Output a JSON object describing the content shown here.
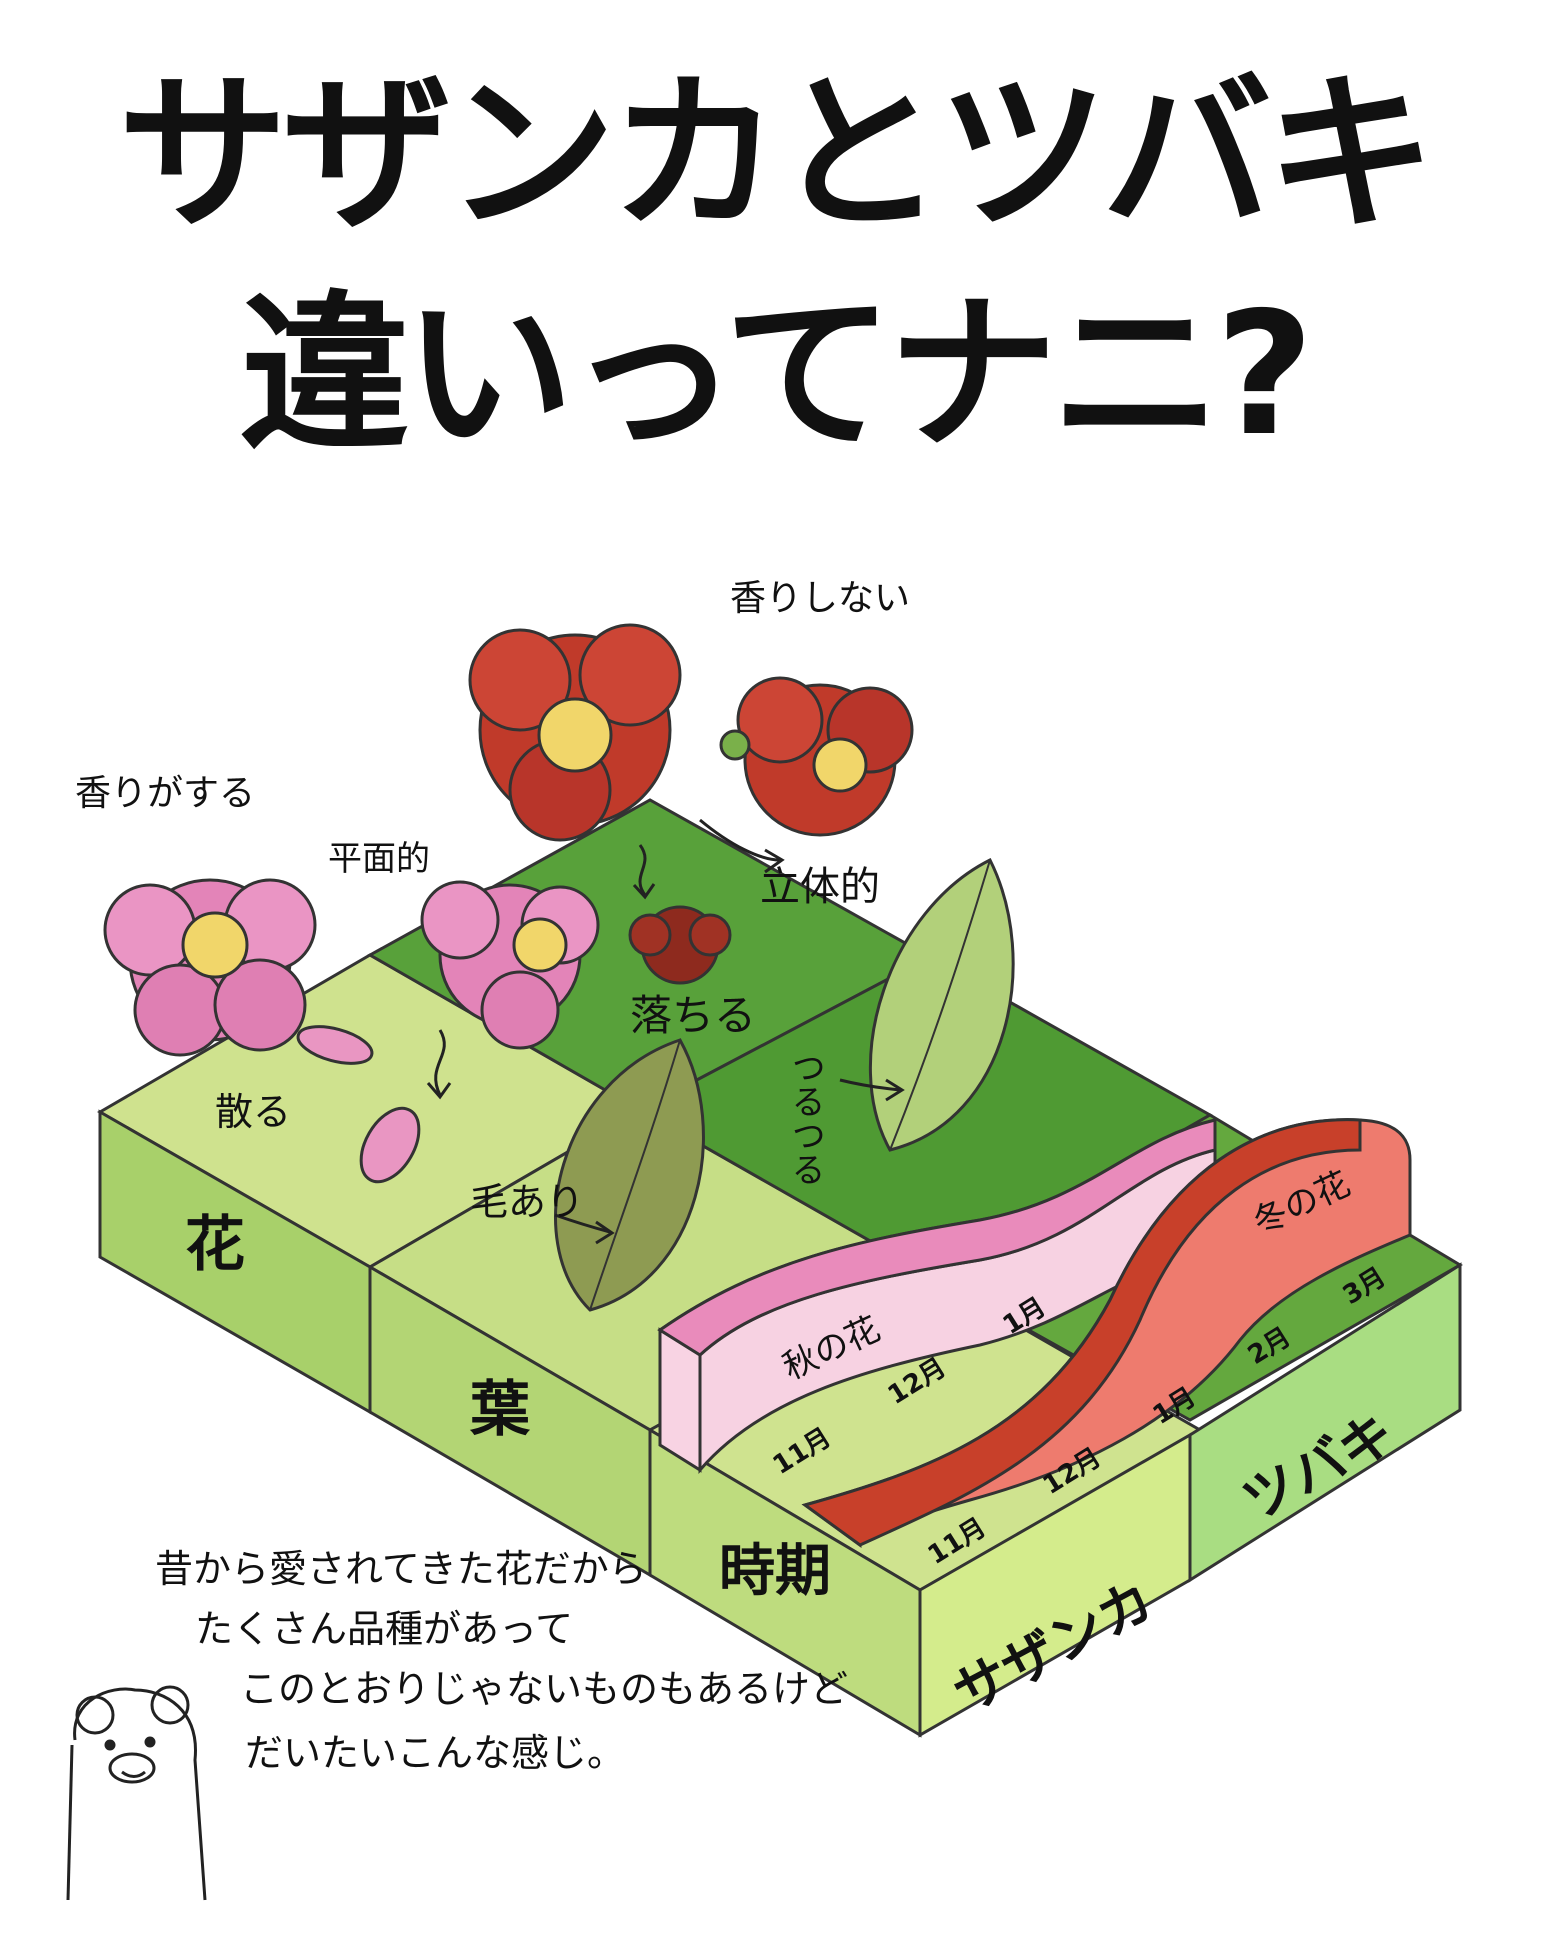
{
  "title": {
    "line1": "サザンカとツバキ",
    "line2": "違いってナニ?"
  },
  "annotations": {
    "tsubaki_scent": "香りしない",
    "sazanka_scent": "香りがする",
    "sazanka_shape": "平面的",
    "tsubaki_shape": "立体的",
    "tsubaki_fall": "落ちる",
    "sazanka_fall": "散る",
    "sazanka_leaf": "毛あり",
    "tsubaki_leaf": "つるつる"
  },
  "rows": {
    "flower": "花",
    "leaf": "葉",
    "period": "時期"
  },
  "columns": {
    "sazanka": "サザンカ",
    "tsubaki": "ツバキ"
  },
  "season": {
    "sazanka_label": "秋の花",
    "tsubaki_label": "冬の花",
    "sazanka_months": [
      "11月",
      "12月",
      "1月"
    ],
    "tsubaki_months": [
      "11月",
      "12月",
      "1月",
      "2月",
      "3月"
    ]
  },
  "note": {
    "line1": "昔から愛されてきた花だから",
    "line2": "たくさん品種があって",
    "line3": "このとおりじゃないものもあるけど",
    "line4": "だいたいこんな感じ。"
  },
  "colors": {
    "light_green": "#c9e08a",
    "mid_green": "#8cc05a",
    "dark_green": "#4e9a35",
    "pink_flower": "#e07fb4",
    "red_flower": "#c03a2a",
    "sazanka_band": "#e98bbb",
    "tsubaki_band": "#c8402a"
  },
  "icons": [
    "bear-icon",
    "pink-flower-icon",
    "red-flower-icon",
    "leaf-icon",
    "petal-icon"
  ]
}
